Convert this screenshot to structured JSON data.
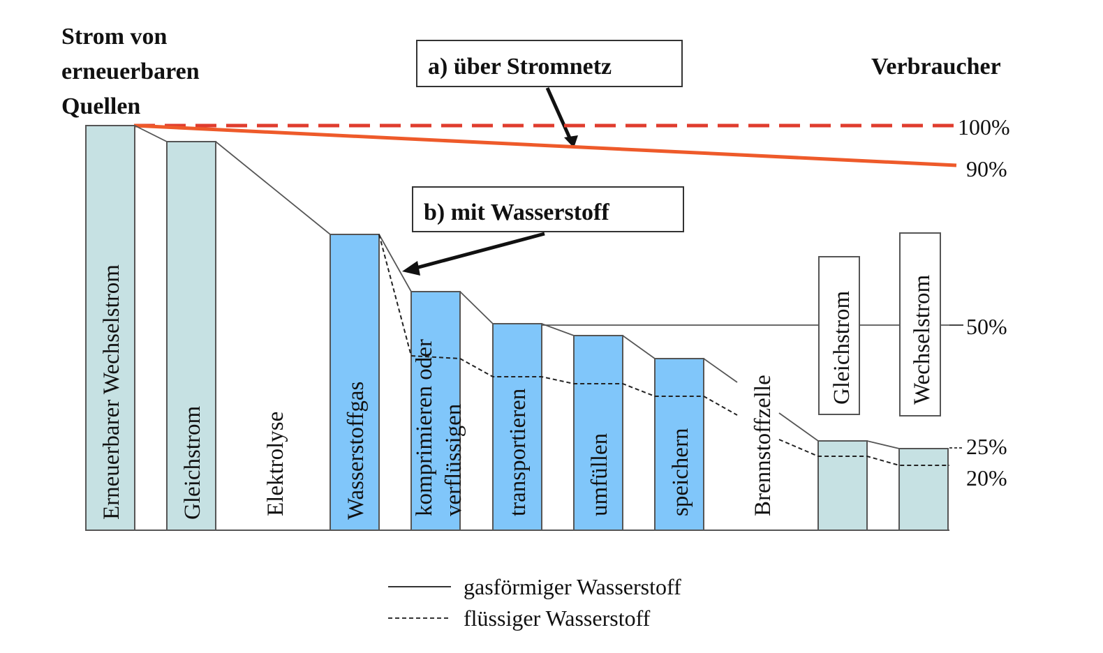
{
  "source_title": [
    "Strom von",
    "erneuerbaren",
    "Quellen"
  ],
  "consumer_title": "Verbraucher",
  "callout_a": "a) über Stromnetz",
  "callout_b": "b) mit Wasserstoff",
  "pct_labels": [
    "100%",
    "90%",
    "50%",
    "25%",
    "20%"
  ],
  "stages": [
    "Erneuerbarer Wechselstrom",
    "Gleichstrom",
    "Elektrolyse",
    "Wasserstoffgas",
    "komprimieren oder",
    "verflüssigen",
    "transportieren",
    "umfüllen",
    "speichern",
    "Brennstoffzelle",
    "Gleichstrom",
    "Wechselstrom"
  ],
  "legend": {
    "gas": "gasförmiger Wasserstoff",
    "liquid": "flüssiger Wasserstoff"
  },
  "colors": {
    "teal_bar": "#c6e1e3",
    "blue_bar": "#80c6fa",
    "grid_red": "#e03c2e",
    "grid_orange": "#ee5a2a"
  }
}
